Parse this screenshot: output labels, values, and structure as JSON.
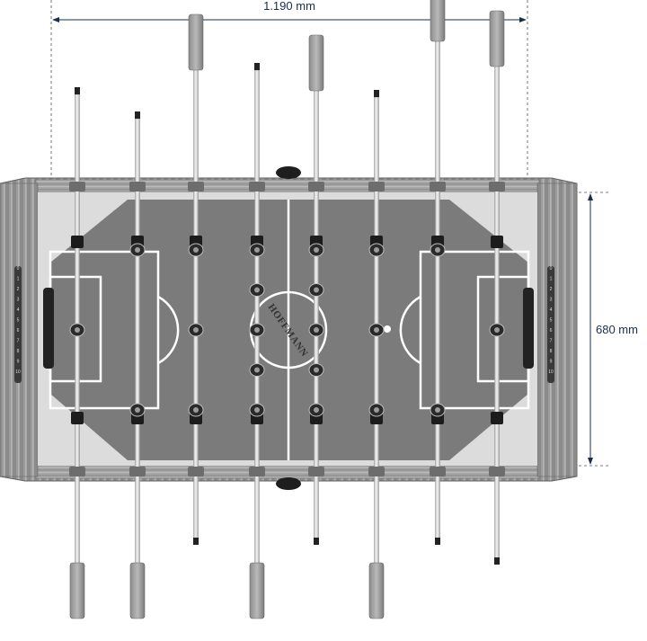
{
  "dimensions": {
    "width_label": "1.190 mm",
    "height_label": "680 mm"
  },
  "logo": {
    "text": "HOFFMANN"
  },
  "score_counter": {
    "numbers": [
      "0",
      "1",
      "2",
      "3",
      "4",
      "5",
      "6",
      "7",
      "8",
      "9",
      "10"
    ]
  },
  "rods": [
    {
      "players": 1,
      "handle": "bottom"
    },
    {
      "players": 2,
      "handle": "bottom"
    },
    {
      "players": 3,
      "handle": "top"
    },
    {
      "players": 5,
      "handle": "bottom"
    },
    {
      "players": 5,
      "handle": "top"
    },
    {
      "players": 3,
      "handle": "bottom"
    },
    {
      "players": 2,
      "handle": "top"
    },
    {
      "players": 1,
      "handle": "top"
    }
  ],
  "colors": {
    "field": "#7b7b7b",
    "field_corner": "#dcdcdc",
    "wood": "#9a9a9a",
    "line": "#ffffff",
    "dimension": "#1a2e4a"
  }
}
